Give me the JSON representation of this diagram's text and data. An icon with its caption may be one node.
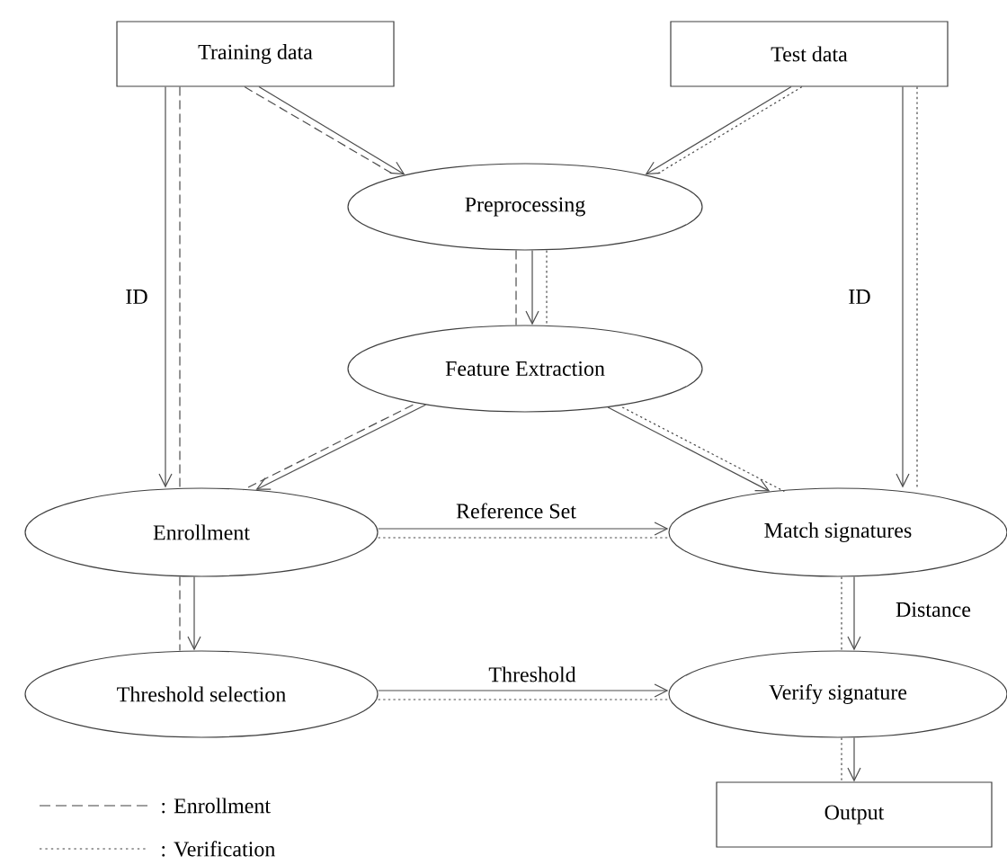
{
  "diagram": {
    "nodes": [
      {
        "text": [
          "Training data"
        ]
      },
      {
        "text": [
          "Test data"
        ]
      },
      {
        "text": [
          "Preprocessing"
        ]
      },
      {
        "text": [
          "Feature Extraction"
        ]
      },
      {
        "text": [
          "Enrollment"
        ]
      },
      {
        "text": [
          "Match signatures"
        ]
      },
      {
        "text": [
          "Threshold selection"
        ]
      },
      {
        "text": [
          "Verify signature"
        ]
      },
      {
        "text": [
          "Output"
        ]
      }
    ],
    "edges": [
      {
        "from": 0,
        "to": 2,
        "arrow": "to"
      },
      {
        "from": 0,
        "to": 2,
        "arrow": "none",
        "style": "dashed"
      },
      {
        "from": 1,
        "to": 2,
        "arrow": "to"
      },
      {
        "from": 1,
        "to": 2,
        "arrow": "none",
        "style": "dashed"
      },
      {
        "from": 0,
        "to": 4,
        "arrow": "to",
        "label": "ID"
      },
      {
        "from": 0,
        "to": 4,
        "arrow": "none",
        "style": "dashed"
      },
      {
        "from": 1,
        "to": 5,
        "arrow": "to",
        "label": "ID"
      },
      {
        "from": 1,
        "to": 5,
        "arrow": "none",
        "style": "dashed"
      },
      {
        "from": 2,
        "to": 3,
        "arrow": "to"
      },
      {
        "from": 2,
        "to": 3,
        "arrow": "none",
        "style": "dashed"
      },
      {
        "from": 2,
        "to": 3,
        "arrow": "none",
        "style": "dashed"
      },
      {
        "from": 3,
        "to": 4,
        "arrow": "to"
      },
      {
        "from": 3,
        "to": 4,
        "arrow": "none",
        "style": "dashed"
      },
      {
        "from": 3,
        "to": 5,
        "arrow": "to"
      },
      {
        "from": 3,
        "to": 5,
        "arrow": "none",
        "style": "dashed"
      },
      {
        "from": 4,
        "to": 5,
        "arrow": "to",
        "label": "Reference Set"
      },
      {
        "from": 4,
        "to": 5,
        "arrow": "none",
        "style": "dashed"
      },
      {
        "from": 4,
        "to": 6,
        "arrow": "to"
      },
      {
        "from": 4,
        "to": 6,
        "arrow": "none",
        "style": "dashed"
      },
      {
        "from": 5,
        "to": 7,
        "arrow": "to",
        "label": "Distance"
      },
      {
        "from": 5,
        "to": 7,
        "arrow": "none",
        "style": "dashed"
      },
      {
        "from": 6,
        "to": 7,
        "arrow": "to",
        "label": "Threshold"
      },
      {
        "from": 6,
        "to": 7,
        "arrow": "none",
        "style": "dashed"
      },
      {
        "from": 7,
        "to": 8,
        "arrow": "to"
      },
      {
        "from": 7,
        "to": 8,
        "arrow": "none",
        "style": "dashed"
      }
    ],
    "legend": [
      {
        "text": ": Enrollment"
      },
      {
        "text": ": Verification"
      }
    ]
  }
}
